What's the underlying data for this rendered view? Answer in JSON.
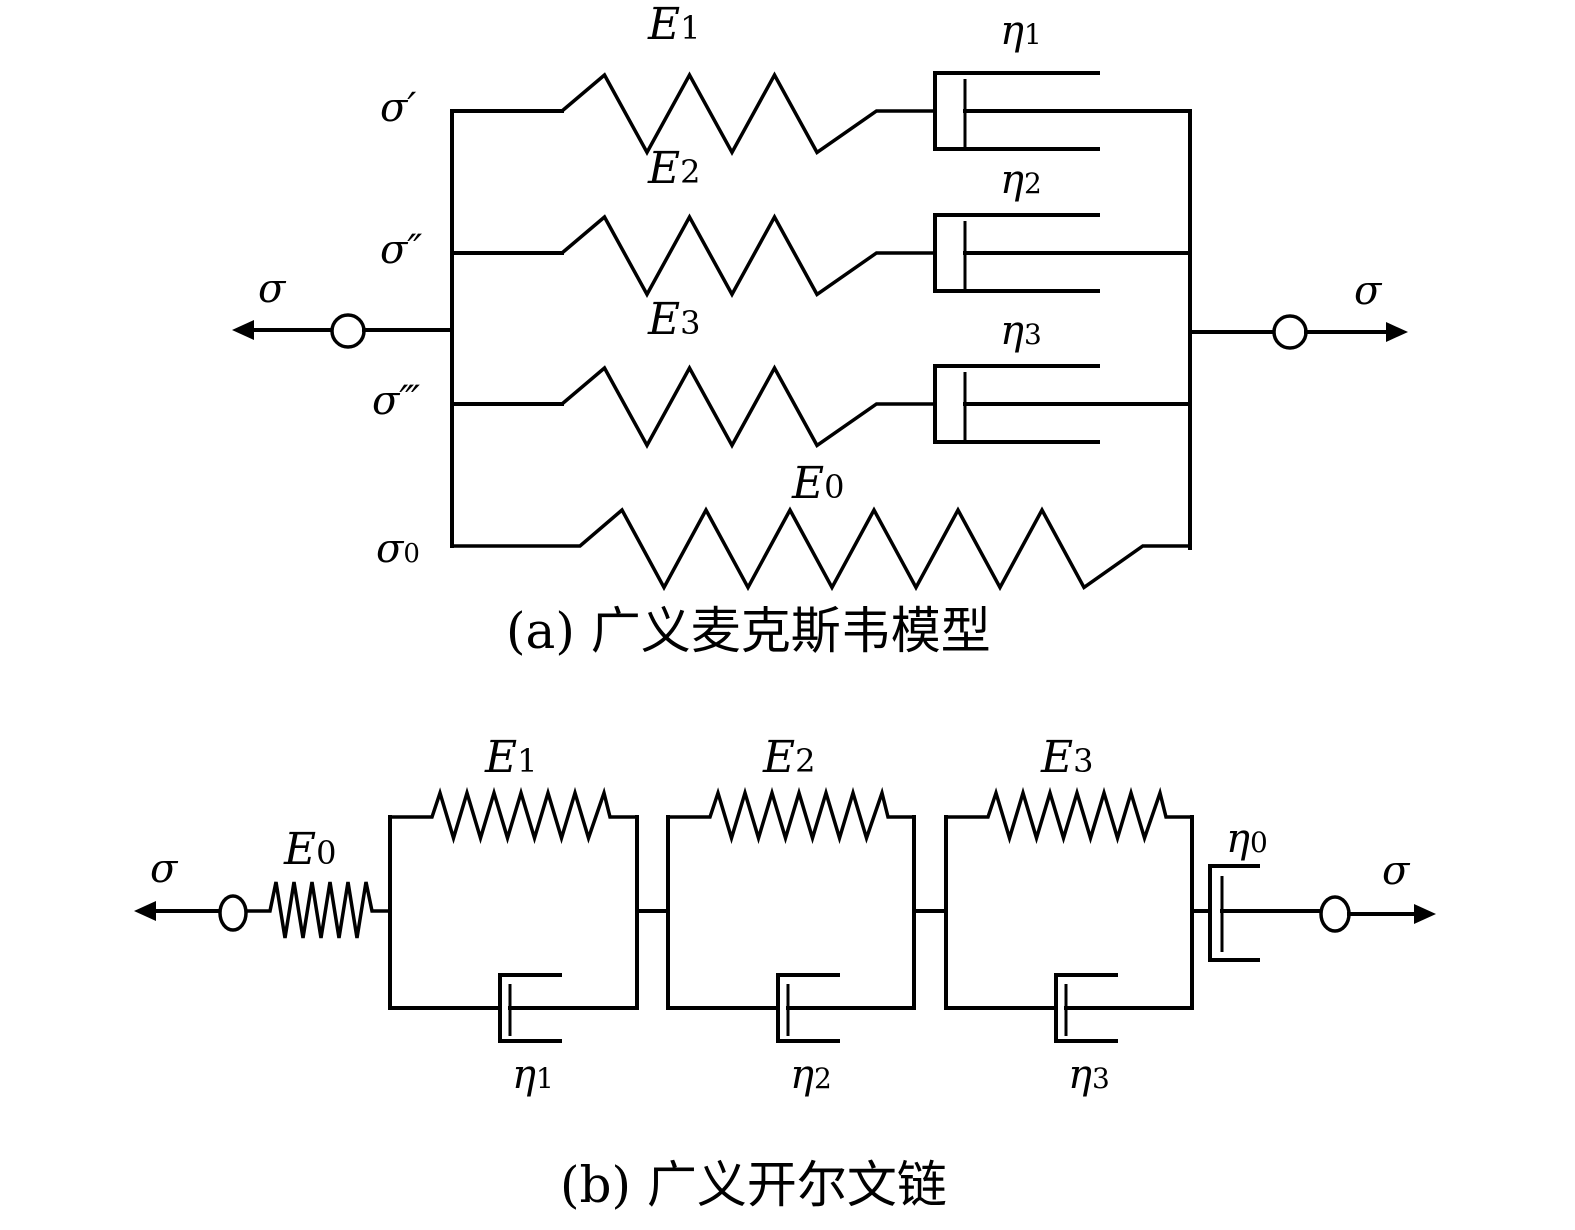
{
  "figure": {
    "panel_a": {
      "caption": "(a) 广义麦克斯韦模型",
      "input_label": "σ",
      "output_label": "σ",
      "branches": [
        {
          "stress_label": "σ′",
          "spring_label": "E",
          "spring_sub": "1",
          "damper_label": "η",
          "damper_sub": "1"
        },
        {
          "stress_label": "σ″",
          "spring_label": "E",
          "spring_sub": "2",
          "damper_label": "η",
          "damper_sub": "2"
        },
        {
          "stress_label": "σ‴",
          "spring_label": "E",
          "spring_sub": "3",
          "damper_label": "η",
          "damper_sub": "3"
        }
      ],
      "equilibrium_branch": {
        "stress_label": "σ",
        "stress_sub": "0",
        "spring_label": "E",
        "spring_sub": "0"
      }
    },
    "panel_b": {
      "caption": "(b) 广义开尔文链",
      "input_label": "σ",
      "output_label": "σ",
      "series_spring": {
        "label": "E",
        "sub": "0"
      },
      "series_damper": {
        "label": "η",
        "sub": "0"
      },
      "kelvin_units": [
        {
          "spring_label": "E",
          "spring_sub": "1",
          "damper_label": "η",
          "damper_sub": "1"
        },
        {
          "spring_label": "E",
          "spring_sub": "2",
          "damper_label": "η",
          "damper_sub": "2"
        },
        {
          "spring_label": "E",
          "spring_sub": "3",
          "damper_label": "η",
          "damper_sub": "3"
        }
      ]
    }
  }
}
